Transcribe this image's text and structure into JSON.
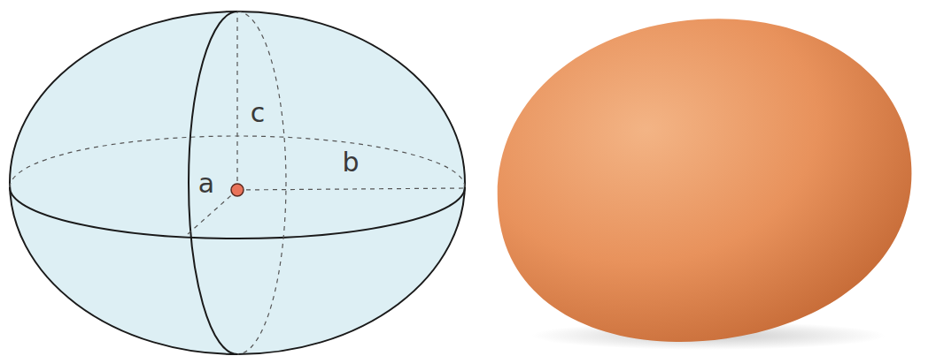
{
  "diagram": {
    "labels": [
      "c",
      "b",
      "a"
    ]
  }
}
